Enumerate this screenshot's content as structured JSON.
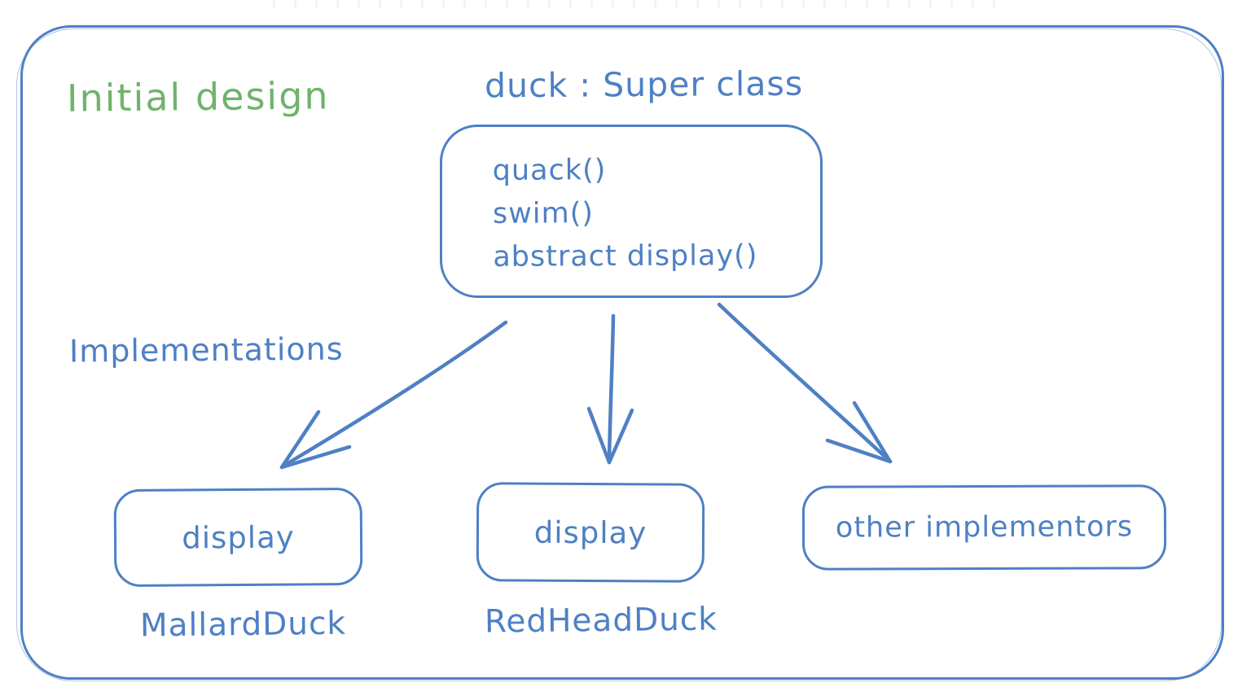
{
  "colors": {
    "ink_blue": "#4e80c4",
    "ink_green": "#6fb36c",
    "background": "#ffffff"
  },
  "title": "Initial design",
  "superclass": {
    "label": "duck : Super class",
    "methods": {
      "line1": "quack()",
      "line2": "swim()",
      "line3": "abstract display()"
    }
  },
  "implementations_label": "Implementations",
  "implementors": [
    {
      "box_label": "display",
      "caption": "MallardDuck"
    },
    {
      "box_label": "display",
      "caption": "RedHeadDuck"
    },
    {
      "box_label": "other implementors"
    }
  ]
}
